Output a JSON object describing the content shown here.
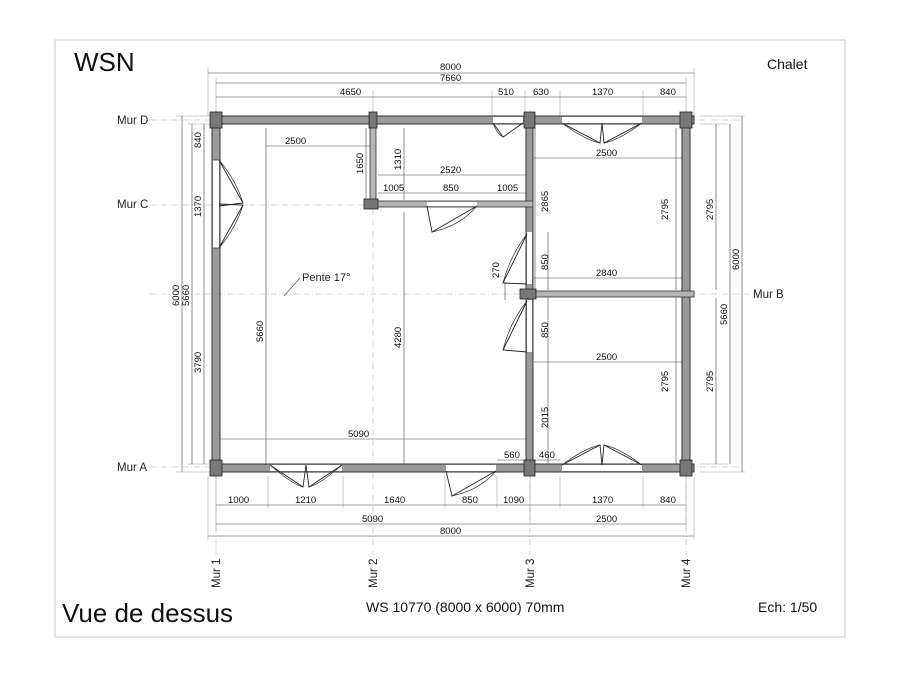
{
  "header": {
    "brand": "WSN",
    "project": "Chalet"
  },
  "footer": {
    "view_title": "Vue de dessus",
    "model": "WS 10770 (8000 x 6000) 70mm",
    "scale": "Ech: 1/50"
  },
  "walls": {
    "mur_a": "Mur A",
    "mur_b": "Mur B",
    "mur_c": "Mur C",
    "mur_d": "Mur D",
    "mur_1": "Mur 1",
    "mur_2": "Mur 2",
    "mur_3": "Mur 3",
    "mur_4": "Mur 4"
  },
  "annotations": {
    "slope": "Pente 17°"
  },
  "dimensions": {
    "top_total_outer": "8000",
    "top_total_inner": "7660",
    "top_seg1": "4650",
    "top_seg2": "510",
    "top_seg3": "630",
    "top_seg4": "1370",
    "top_seg5": "840",
    "room_width_left": "2500",
    "room_width_right_top": "2500",
    "wall2_height": "1650",
    "small_room_height": "1310",
    "small_room_width": "2520",
    "partition_seg1": "1005",
    "partition_seg2": "850",
    "partition_seg3": "1005",
    "door_height_upper": "2865",
    "right_upper_height": "2795",
    "right_upper_height_outer": "2795",
    "right_total_outer": "6000",
    "right_total_inner": "5660",
    "right_lower_height": "2795",
    "right_lower_height_outer": "2795",
    "mid_door_upper": "850",
    "mid_offset": "270",
    "mur_b_width": "2840",
    "mid_door_lower": "850",
    "room_width_right_bottom": "2500",
    "wall3_lower": "2015",
    "left_total_outer": "6000",
    "left_total_inner": "5660",
    "left_seg_top": "840",
    "left_seg_door": "1370",
    "left_seg_bottom": "3790",
    "main_height": "5660",
    "main_height_mid": "4280",
    "main_width": "5090",
    "bottom_seg_small1": "560",
    "bottom_seg_small2": "460",
    "bottom_seg1": "1000",
    "bottom_seg2": "1210",
    "bottom_seg3": "1640",
    "bottom_seg4": "850",
    "bottom_seg5": "1090",
    "bottom_seg6": "1370",
    "bottom_seg7": "840",
    "bottom_sub1": "5090",
    "bottom_sub2": "2500",
    "bottom_total": "8000"
  }
}
